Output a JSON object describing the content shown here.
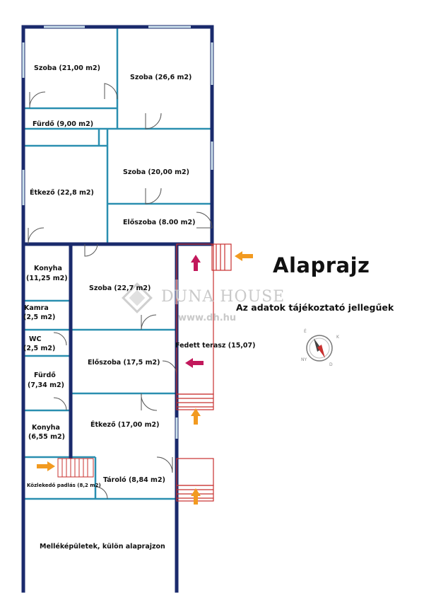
{
  "title": "Alaprajz",
  "subtitle": "Az adatok tájékoztató jellegűek",
  "watermark": {
    "name": "DUNA HOUSE",
    "url": "www.dh.hu"
  },
  "colors": {
    "outer_wall": "#1a2a6c",
    "inner_wall": "#2a8fb0",
    "terrace": "#c8302f",
    "arrow_red": "#c2185b",
    "arrow_orange": "#f29a20"
  },
  "rooms": {
    "szoba1": "Szoba (21,00 m2)",
    "szoba2": "Szoba (26,6 m2)",
    "furdo1": "Fürdő (9,00 m2)",
    "szoba3": "Szoba (20,00 m2)",
    "etkezo1": "Étkező (22,8 m2)",
    "eloszoba1": "Előszoba (8.00 m2)",
    "konyha1_a": "Konyha",
    "konyha1_b": "(11,25 m2)",
    "szoba4": "Szoba (22,7 m2)",
    "kamra_a": "Kamra",
    "kamra_b": "(2,5 m2)",
    "wc_a": "WC",
    "wc_b": "(2,5 m2)",
    "eloszoba2": "Előszoba (17,5 m2)",
    "terasz": "Fedett terasz (15,07)",
    "furdo2_a": "Fürdő",
    "furdo2_b": "(7,34 m2)",
    "konyha2_a": "Konyha",
    "konyha2_b": "(6,55 m2)",
    "etkezo2": "Étkező (17,00 m2)",
    "kozlekedo": "Közlekedő padlás (8,2 m2)",
    "tarolo": "Tároló (8,84 m2)",
    "mellek": "Melléképületek, külön alaprajzon"
  }
}
